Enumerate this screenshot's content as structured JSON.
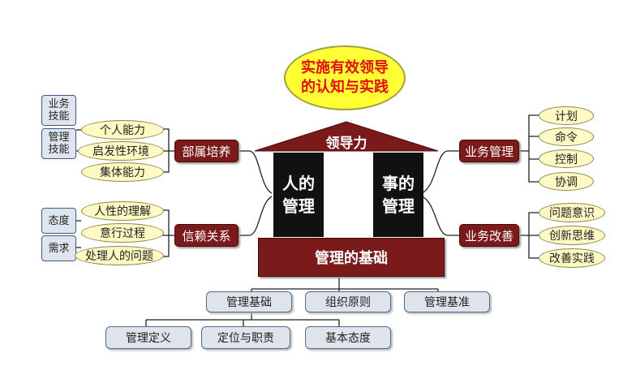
{
  "title": {
    "line1": "实施有效领导",
    "line2": "的认知与实践"
  },
  "roof_label": "领导力",
  "pillar_left": {
    "line1": "人的",
    "line2": "管理"
  },
  "pillar_right": {
    "line1": "事的",
    "line2": "管理"
  },
  "base_label": "管理的基础",
  "left_groups": {
    "group1": {
      "node": "部属培养",
      "side_boxes": [
        "业务\n技能",
        "管理\n技能"
      ],
      "items": [
        "个人能力",
        "启发性环境",
        "集体能力"
      ]
    },
    "group2": {
      "node": "信赖关系",
      "side_boxes": [
        "态度",
        "需求"
      ],
      "items": [
        "人性的理解",
        "意行过程",
        "处理人的问题"
      ]
    }
  },
  "right_groups": {
    "group1": {
      "node": "业务管理",
      "items": [
        "计划",
        "命令",
        "控制",
        "协调"
      ]
    },
    "group2": {
      "node": "业务改善",
      "items": [
        "问题意识",
        "创新思维",
        "改善实践"
      ]
    }
  },
  "foundation": {
    "row1": [
      "管理基础",
      "组织原则",
      "管理基准"
    ],
    "row2": [
      "管理定义",
      "定位与职责",
      "基本态度"
    ]
  },
  "colors": {
    "dark_red": "#7a1a1a",
    "oval_fill": "#fff9c4",
    "title_fill": "#ffff33",
    "title_text": "#e01010",
    "pillar": "#111111"
  }
}
